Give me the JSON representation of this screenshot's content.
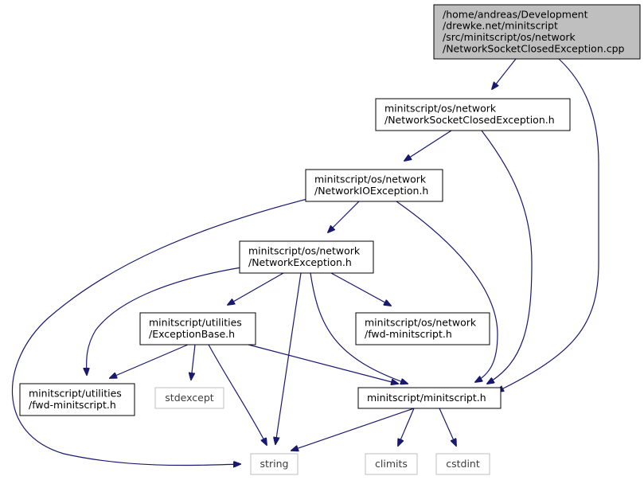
{
  "nodes": [
    {
      "id": "root",
      "lines": [
        "/home/andreas/Development",
        "/drewke.net/minitscript",
        "/src/minitscript/os/network",
        "/NetworkSocketClosedException.cpp"
      ],
      "style": "root"
    },
    {
      "id": "nsce_h",
      "lines": [
        "minitscript/os/network",
        "/NetworkSocketClosedException.h"
      ],
      "style": "normal"
    },
    {
      "id": "nioe_h",
      "lines": [
        "minitscript/os/network",
        "/NetworkIOException.h"
      ],
      "style": "normal"
    },
    {
      "id": "ne_h",
      "lines": [
        "minitscript/os/network",
        "/NetworkException.h"
      ],
      "style": "normal"
    },
    {
      "id": "eb_h",
      "lines": [
        "minitscript/utilities",
        "/ExceptionBase.h"
      ],
      "style": "normal"
    },
    {
      "id": "fwd_net",
      "lines": [
        "minitscript/os/network",
        "/fwd-minitscript.h"
      ],
      "style": "normal"
    },
    {
      "id": "fwd_util",
      "lines": [
        "minitscript/utilities",
        "/fwd-minitscript.h"
      ],
      "style": "normal"
    },
    {
      "id": "stdexcept",
      "lines": [
        "stdexcept"
      ],
      "style": "system"
    },
    {
      "id": "ms_h",
      "lines": [
        "minitscript/minitscript.h"
      ],
      "style": "normal"
    },
    {
      "id": "string",
      "lines": [
        "string"
      ],
      "style": "system"
    },
    {
      "id": "climits",
      "lines": [
        "climits"
      ],
      "style": "system"
    },
    {
      "id": "cstdint",
      "lines": [
        "cstdint"
      ],
      "style": "system"
    }
  ],
  "edges": [
    {
      "from": "root",
      "to": "nsce_h"
    },
    {
      "from": "root",
      "to": "ms_h"
    },
    {
      "from": "nsce_h",
      "to": "nioe_h"
    },
    {
      "from": "nsce_h",
      "to": "ms_h"
    },
    {
      "from": "nioe_h",
      "to": "ne_h"
    },
    {
      "from": "nioe_h",
      "to": "string"
    },
    {
      "from": "nioe_h",
      "to": "ms_h"
    },
    {
      "from": "ne_h",
      "to": "eb_h"
    },
    {
      "from": "ne_h",
      "to": "fwd_net"
    },
    {
      "from": "ne_h",
      "to": "fwd_util"
    },
    {
      "from": "ne_h",
      "to": "string"
    },
    {
      "from": "ne_h",
      "to": "ms_h"
    },
    {
      "from": "eb_h",
      "to": "fwd_util"
    },
    {
      "from": "eb_h",
      "to": "stdexcept"
    },
    {
      "from": "eb_h",
      "to": "string"
    },
    {
      "from": "eb_h",
      "to": "ms_h"
    },
    {
      "from": "ms_h",
      "to": "string"
    },
    {
      "from": "ms_h",
      "to": "climits"
    },
    {
      "from": "ms_h",
      "to": "cstdint"
    }
  ],
  "colors": {
    "edge": "#191970",
    "root_fill": "#bfbfbf",
    "node_border": "#000000",
    "system_border": "#bfbfbf",
    "node_fill": "#ffffff"
  }
}
